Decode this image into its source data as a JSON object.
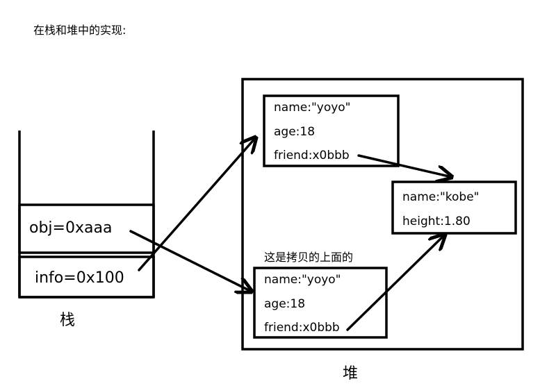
{
  "title": "在栈和堆中的实现:",
  "stack": {
    "label": "栈",
    "slots": [
      "obj=0xaaa",
      "info=0x100"
    ]
  },
  "heap": {
    "label": "堆",
    "note": "这是拷贝的上面的",
    "original": [
      "name:\"yoyo\"",
      "age:18",
      "friend:x0bbb"
    ],
    "copy": [
      "name:\"yoyo\"",
      "age:18",
      "friend:x0bbb"
    ],
    "friend": [
      "name:\"kobe\"",
      "height:1.80"
    ]
  }
}
